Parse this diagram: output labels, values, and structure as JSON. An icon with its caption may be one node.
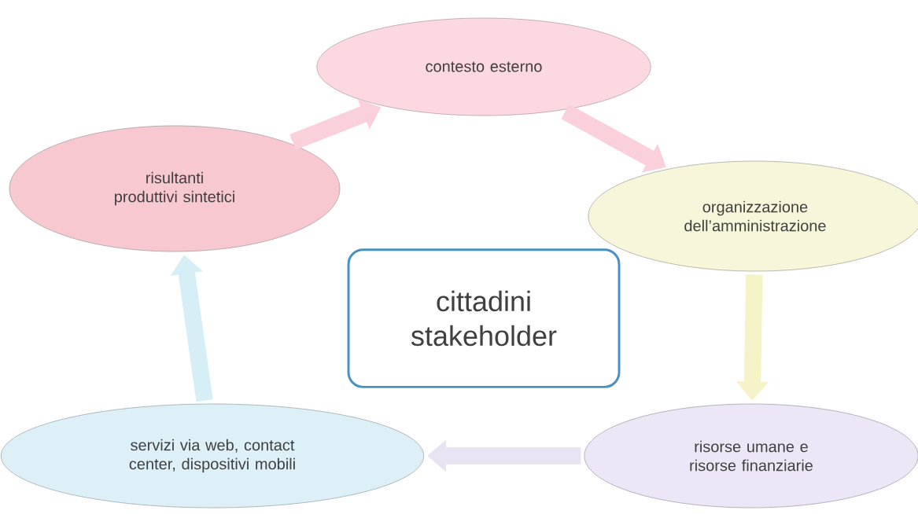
{
  "diagram": {
    "nodes": [
      {
        "text": [
          "contesto esterno"
        ]
      },
      {
        "text": [
          "risultanti produttivi sintetici"
        ]
      },
      {
        "text": [
          "organizzazione dell’amministrazione"
        ]
      },
      {
        "text": [
          "cittadini stakeholder"
        ]
      },
      {
        "text": [
          "servizi via web, contact center, dispositivi mobili"
        ]
      },
      {
        "text": [
          "risorse umane e risorse finanziarie"
        ]
      }
    ],
    "edges": [
      {
        "from": 0,
        "to": 2,
        "arrow": "to"
      },
      {
        "from": 2,
        "to": 5,
        "arrow": "to",
        "color": "#f6f3c8"
      },
      {
        "from": 5,
        "to": 4,
        "arrow": "to",
        "color": "#e8e4f4"
      },
      {
        "from": 4,
        "to": 1,
        "arrow": "to",
        "color": "#d6eef6"
      },
      {
        "from": 1,
        "to": 0,
        "arrow": "to"
      }
    ]
  }
}
